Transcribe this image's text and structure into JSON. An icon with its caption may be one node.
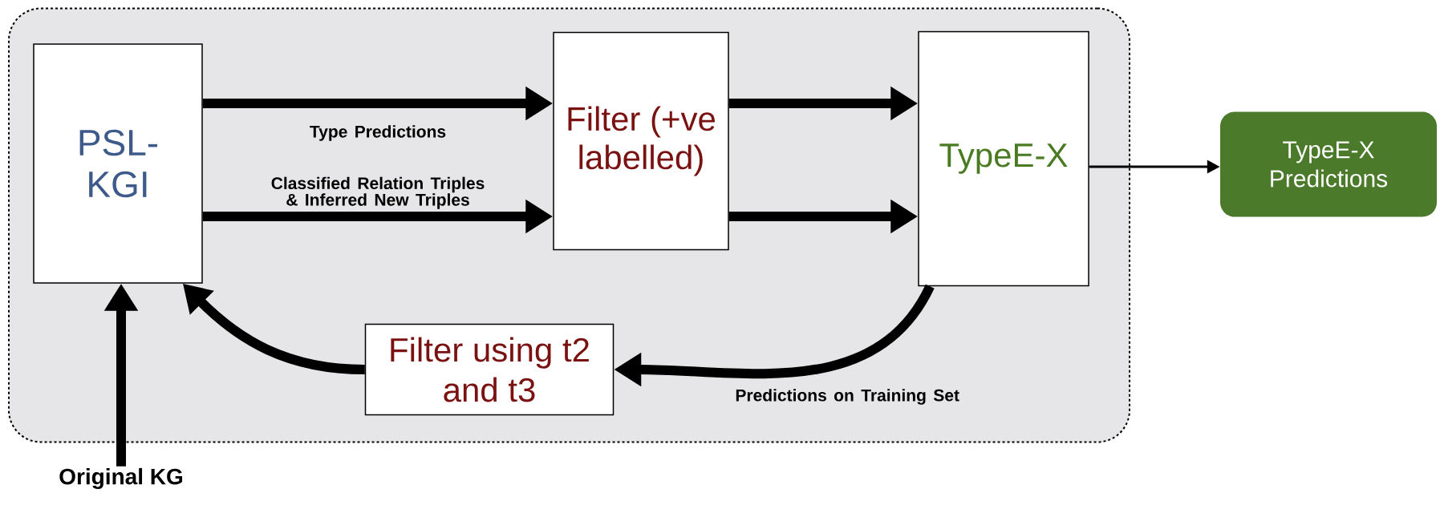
{
  "diagram": {
    "nodes": [
      {
        "text": [],
        "shape": "box"
      },
      {
        "text": [
          "PSL-KGI"
        ],
        "in": 0
      },
      {
        "text": [
          "Filter (+ve labelled)"
        ],
        "in": 0
      },
      {
        "text": [
          "TypeE-X"
        ],
        "in": 0
      },
      {
        "text": [
          "Filter using t2 and t3"
        ],
        "in": 0
      },
      {
        "text": [
          "TypeE-X Predictions"
        ]
      },
      {
        "text": [
          "Original KG"
        ]
      }
    ],
    "edges": [
      {
        "from": 1,
        "to": 2,
        "arrow": "to",
        "label": "Type Predictions"
      },
      {
        "from": 1,
        "to": 2,
        "arrow": "to",
        "label": "Classified Relation Triples & Inferred New Triples"
      },
      {
        "from": 2,
        "to": 3,
        "arrow": "to"
      },
      {
        "from": 2,
        "to": 3,
        "arrow": "to"
      },
      {
        "from": 3,
        "to": 5,
        "arrow": "to"
      },
      {
        "from": 3,
        "to": 4,
        "arrow": "to",
        "label": "Predictions on Training Set"
      },
      {
        "from": 4,
        "to": 1,
        "arrow": "to"
      },
      {
        "from": 6,
        "to": 1,
        "arrow": "to"
      }
    ]
  }
}
